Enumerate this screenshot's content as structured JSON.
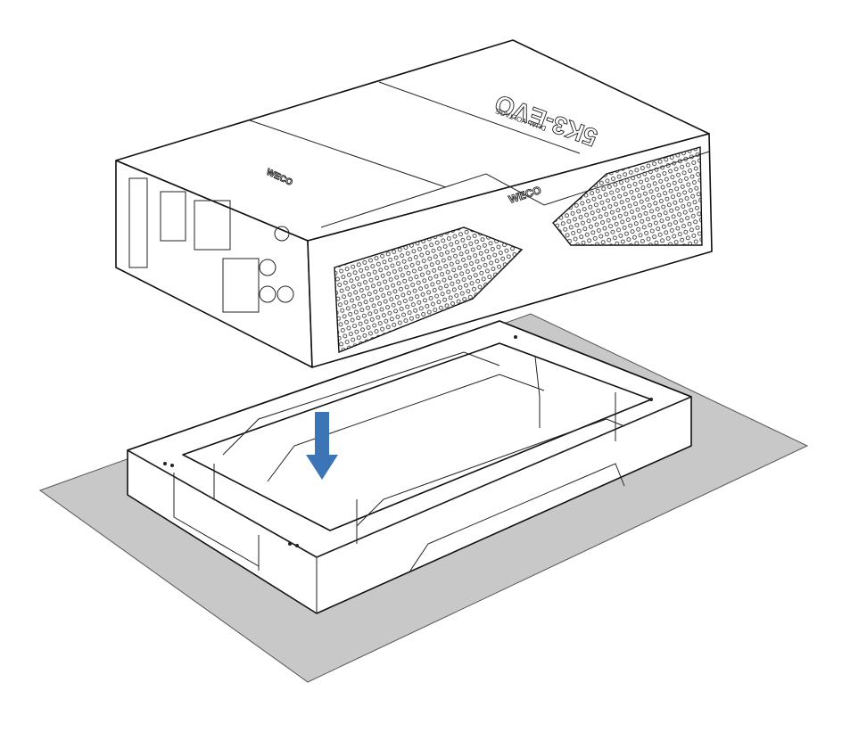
{
  "figure": {
    "description_type": "installation diagram",
    "logos": {
      "model": "5K3-EVO",
      "subtitle": "DUAL VOLTAGE",
      "brand": "WECO"
    },
    "colors": {
      "floor": "#c8c8c8",
      "arrow": "#3d74b6",
      "line": "#111111"
    }
  }
}
